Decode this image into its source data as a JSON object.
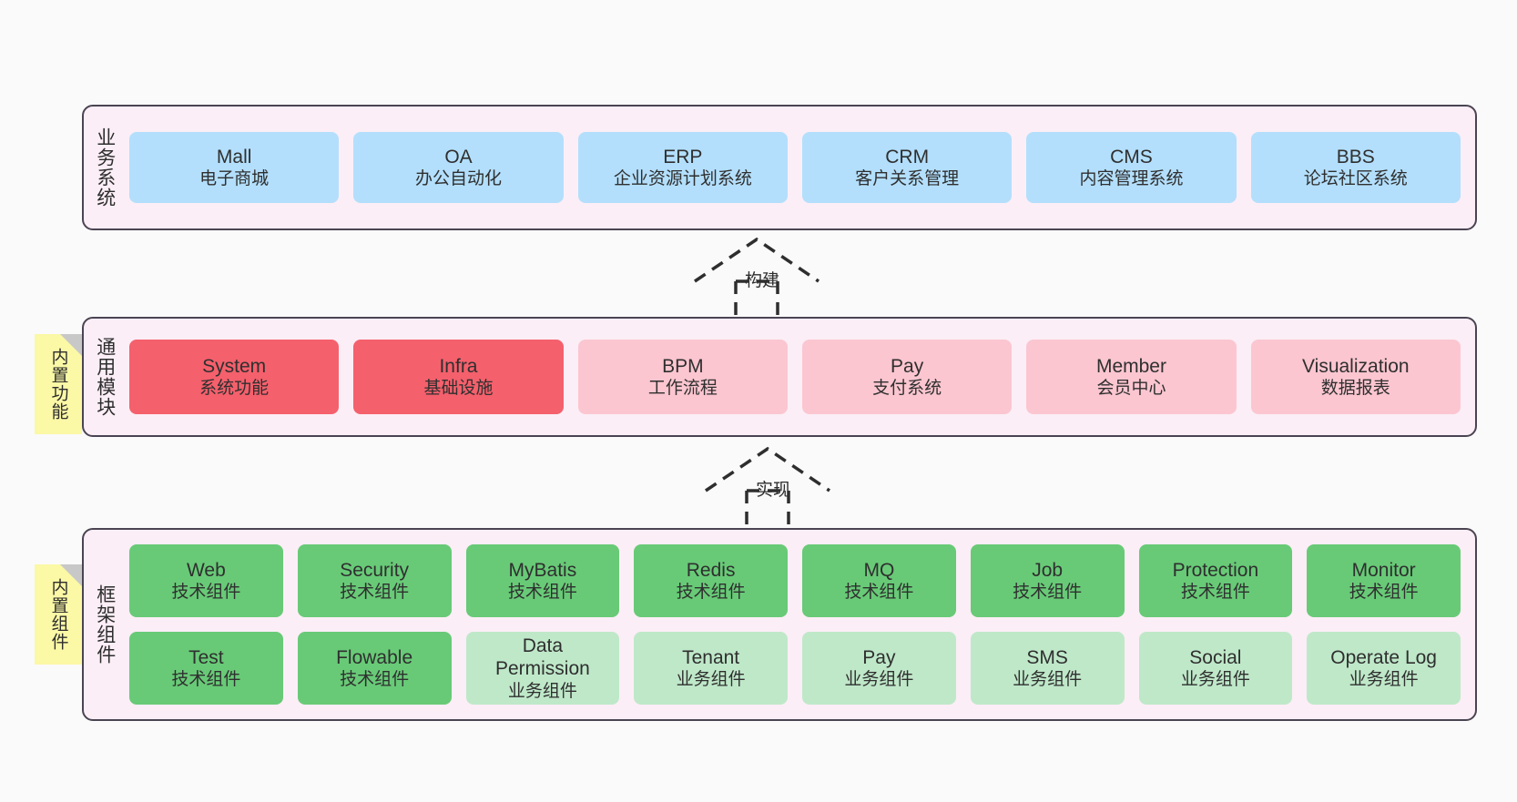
{
  "diagram": {
    "background": "#fafafa",
    "layer_border_color": "#4a4452",
    "layer_fill_color": "#fbeef6",
    "sticky_color": "#fbf8a6"
  },
  "layers": {
    "business": {
      "title": "业务系统",
      "card_color": "#b3dffc",
      "cards": [
        {
          "name": "Mall",
          "sub": "电子商城"
        },
        {
          "name": "OA",
          "sub": "办公自动化"
        },
        {
          "name": "ERP",
          "sub": "企业资源计划系统"
        },
        {
          "name": "CRM",
          "sub": "客户关系管理"
        },
        {
          "name": "CMS",
          "sub": "内容管理系统"
        },
        {
          "name": "BBS",
          "sub": "论坛社区系统"
        }
      ]
    },
    "modules": {
      "title": "通用模块",
      "sticky": "内置功能",
      "strong_color": "#f4606c",
      "light_color": "#fbc6d0",
      "cards": [
        {
          "name": "System",
          "sub": "系统功能",
          "style": "red-strong"
        },
        {
          "name": "Infra",
          "sub": "基础设施",
          "style": "red-strong"
        },
        {
          "name": "BPM",
          "sub": "工作流程",
          "style": "red-light"
        },
        {
          "name": "Pay",
          "sub": "支付系统",
          "style": "red-light"
        },
        {
          "name": "Member",
          "sub": "会员中心",
          "style": "red-light"
        },
        {
          "name": "Visualization",
          "sub": "数据报表",
          "style": "red-light"
        }
      ]
    },
    "framework": {
      "title": "框架组件",
      "sticky": "内置组件",
      "strong_color": "#68ca77",
      "light_color": "#bfe8c9",
      "row1": [
        {
          "name": "Web",
          "sub": "技术组件",
          "style": "green-strong"
        },
        {
          "name": "Security",
          "sub": "技术组件",
          "style": "green-strong"
        },
        {
          "name": "MyBatis",
          "sub": "技术组件",
          "style": "green-strong"
        },
        {
          "name": "Redis",
          "sub": "技术组件",
          "style": "green-strong"
        },
        {
          "name": "MQ",
          "sub": "技术组件",
          "style": "green-strong"
        },
        {
          "name": "Job",
          "sub": "技术组件",
          "style": "green-strong"
        },
        {
          "name": "Protection",
          "sub": "技术组件",
          "style": "green-strong"
        },
        {
          "name": "Monitor",
          "sub": "技术组件",
          "style": "green-strong"
        }
      ],
      "row2": [
        {
          "name": "Test",
          "sub": "技术组件",
          "style": "green-strong"
        },
        {
          "name": "Flowable",
          "sub": "技术组件",
          "style": "green-strong"
        },
        {
          "name": "Data Permission",
          "sub": "业务组件",
          "style": "green-light"
        },
        {
          "name": "Tenant",
          "sub": "业务组件",
          "style": "green-light"
        },
        {
          "name": "Pay",
          "sub": "业务组件",
          "style": "green-light"
        },
        {
          "name": "SMS",
          "sub": "业务组件",
          "style": "green-light"
        },
        {
          "name": "Social",
          "sub": "业务组件",
          "style": "green-light"
        },
        {
          "name": "Operate Log",
          "sub": "业务组件",
          "style": "green-light"
        }
      ]
    }
  },
  "connectors": [
    {
      "label": "构建"
    },
    {
      "label": "实现"
    }
  ]
}
